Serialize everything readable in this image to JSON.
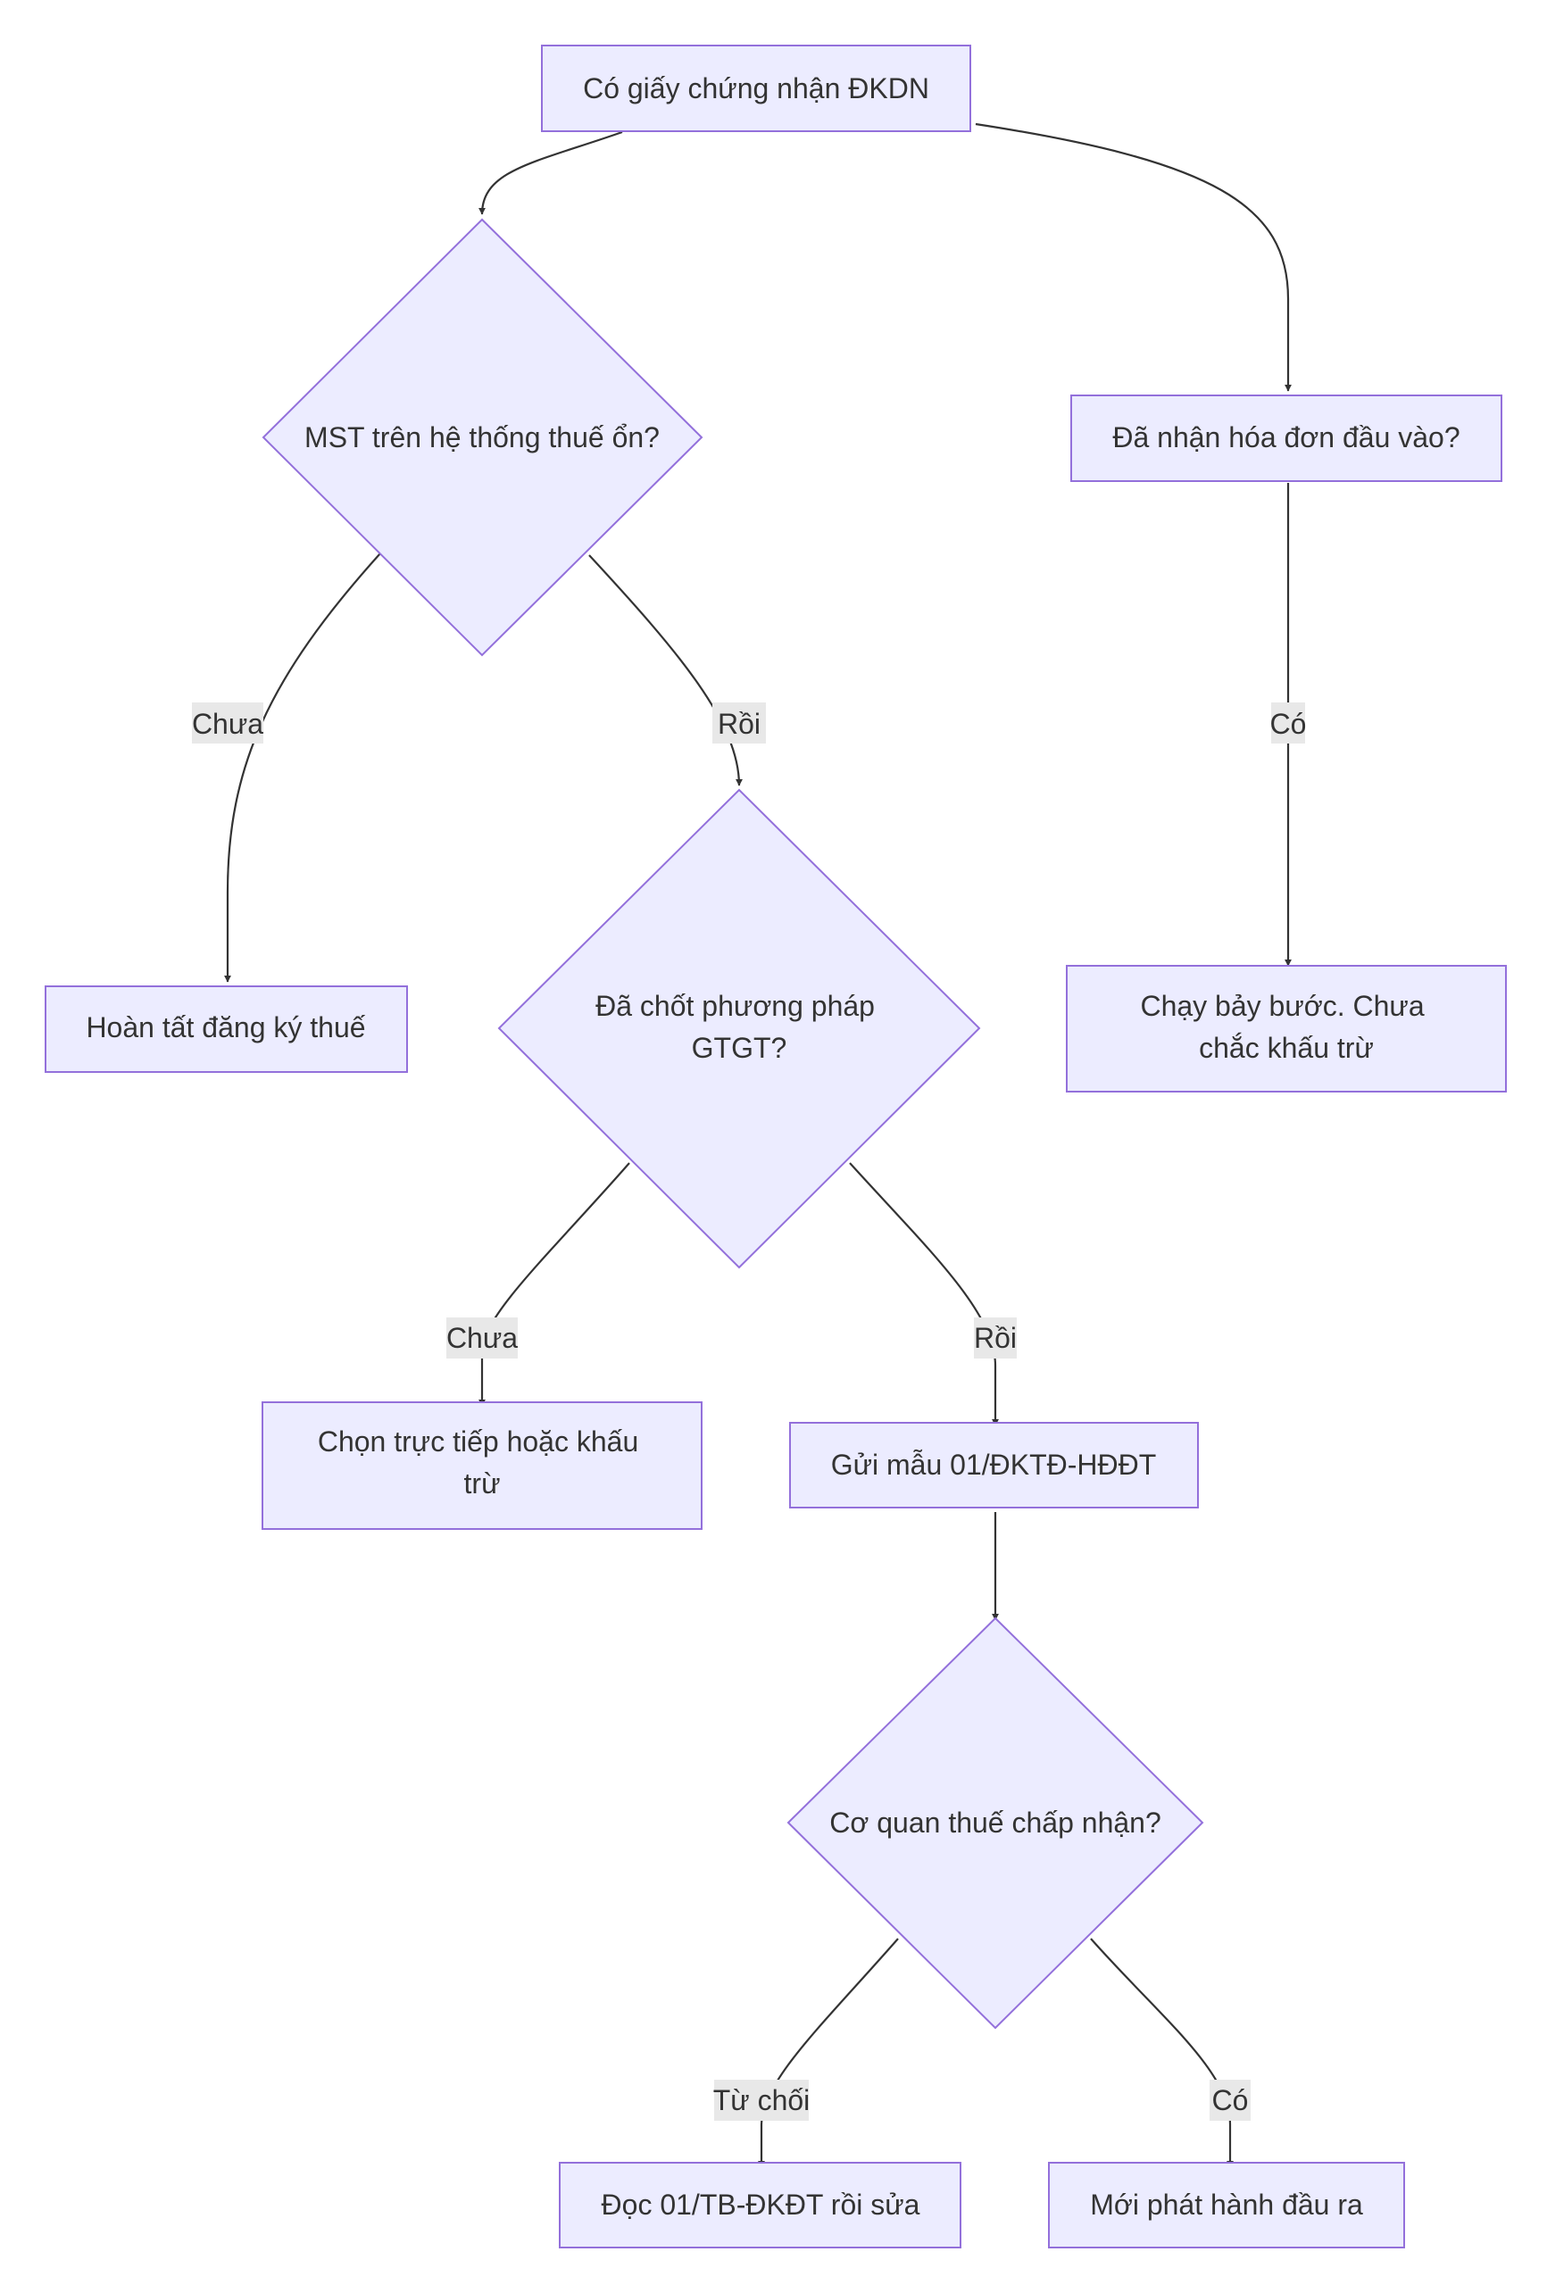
{
  "diagram": {
    "type": "flowchart",
    "nodes": {
      "n1": {
        "shape": "rect",
        "lines": [
          "Có giấy chứng nhận ĐKDN"
        ]
      },
      "n2": {
        "shape": "diamond",
        "lines": [
          "MST trên hệ thống thuế ổn?"
        ]
      },
      "n3": {
        "shape": "rect",
        "lines": [
          "Đã nhận hóa đơn đầu vào?"
        ]
      },
      "n4": {
        "shape": "rect",
        "lines": [
          "Hoàn tất đăng ký thuế"
        ]
      },
      "n5": {
        "shape": "diamond",
        "lines": [
          "Đã chốt phương pháp",
          "GTGT?"
        ]
      },
      "n6": {
        "shape": "rect",
        "lines": [
          "Chạy bảy bước. Chưa",
          "chắc khấu trừ"
        ]
      },
      "n7": {
        "shape": "rect",
        "lines": [
          "Chọn trực tiếp hoặc khấu",
          "trừ"
        ]
      },
      "n8": {
        "shape": "rect",
        "lines": [
          "Gửi mẫu 01/ĐKTĐ-HĐĐT"
        ]
      },
      "n9": {
        "shape": "diamond",
        "lines": [
          "Cơ quan thuế chấp nhận?"
        ]
      },
      "n10": {
        "shape": "rect",
        "lines": [
          "Đọc 01/TB-ĐKĐT rồi sửa"
        ]
      },
      "n11": {
        "shape": "rect",
        "lines": [
          "Mới phát hành đầu ra"
        ]
      }
    },
    "edges": {
      "e1": {
        "from": "n1",
        "to": "n2",
        "label": ""
      },
      "e2": {
        "from": "n1",
        "to": "n3",
        "label": ""
      },
      "e3": {
        "from": "n2",
        "to": "n4",
        "label": "Chưa"
      },
      "e4": {
        "from": "n2",
        "to": "n5",
        "label": "Rồi"
      },
      "e5": {
        "from": "n3",
        "to": "n6",
        "label": "Có"
      },
      "e6": {
        "from": "n5",
        "to": "n7",
        "label": "Chưa"
      },
      "e7": {
        "from": "n5",
        "to": "n8",
        "label": "Rồi"
      },
      "e8": {
        "from": "n8",
        "to": "n9",
        "label": ""
      },
      "e9": {
        "from": "n9",
        "to": "n10",
        "label": "Từ chối"
      },
      "e10": {
        "from": "n9",
        "to": "n11",
        "label": "Có"
      }
    },
    "colors": {
      "node_fill": "#ECECFF",
      "node_stroke": "#9370DB",
      "edge": "#333333",
      "edge_label_bg": "#E8E8E8",
      "text": "#333333"
    }
  }
}
